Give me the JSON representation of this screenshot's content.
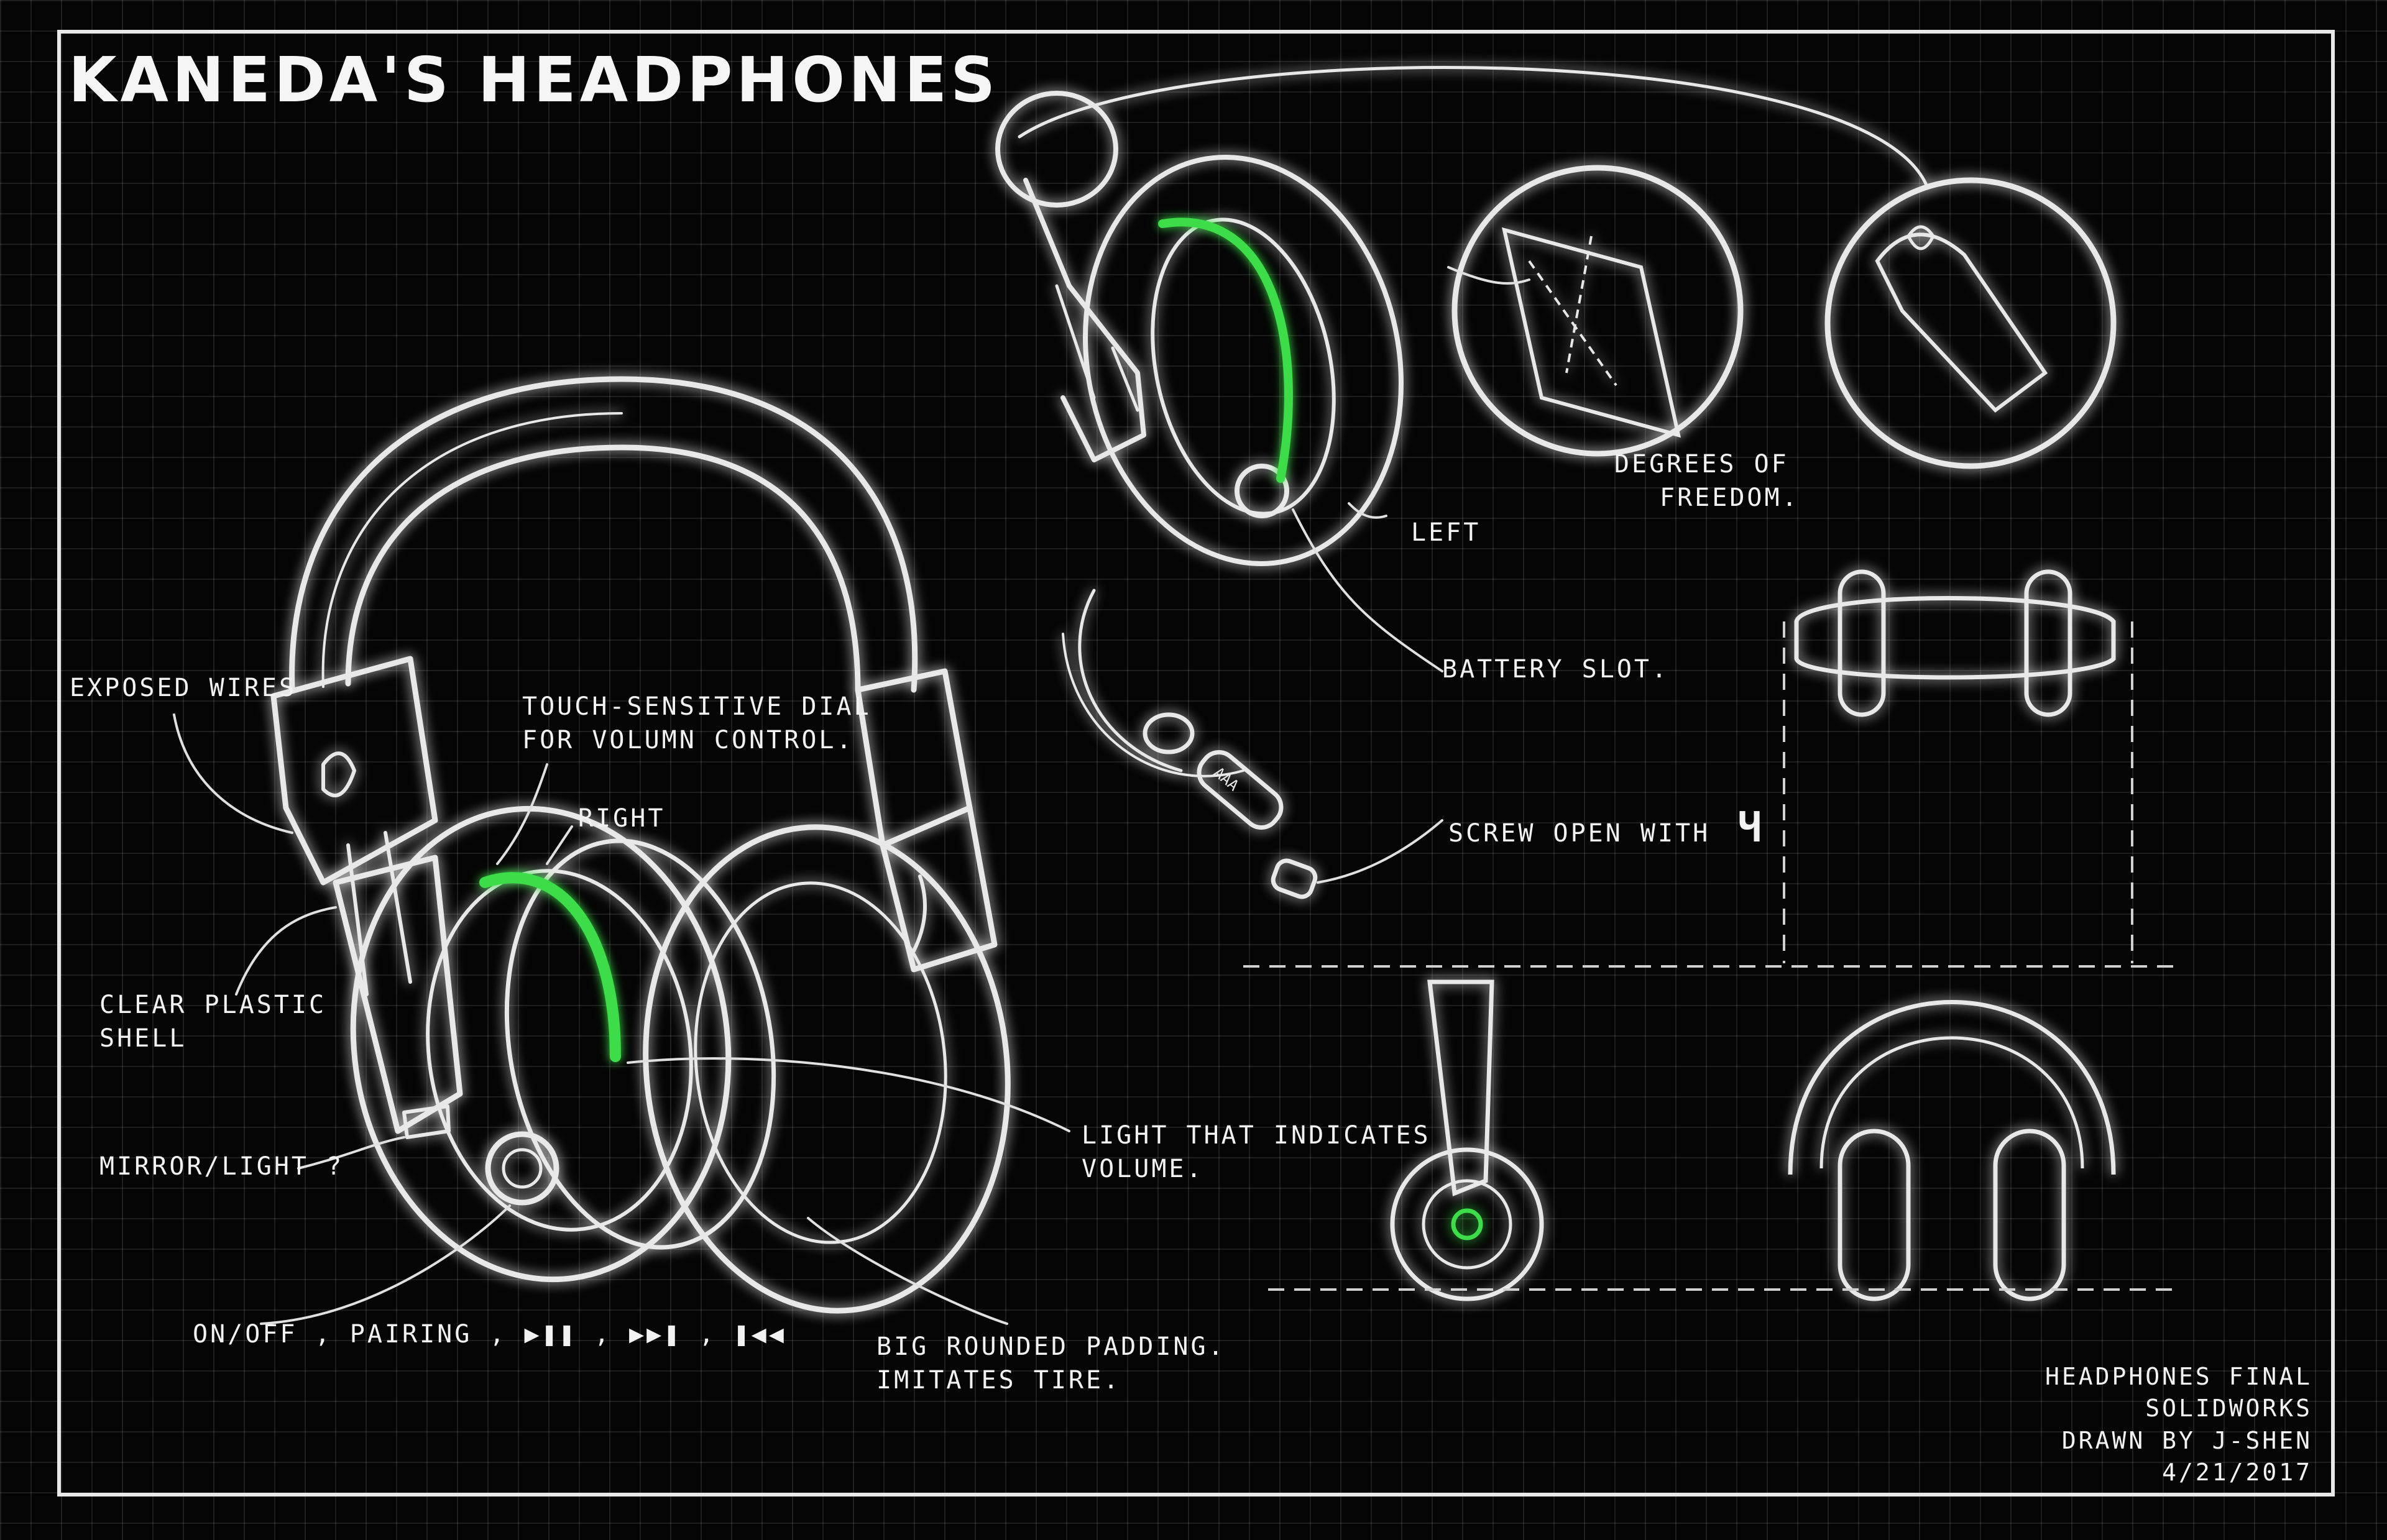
{
  "title": "KANEDA'S HEADPHONES",
  "labels": {
    "exposed_wires": "EXPOSED WIRES",
    "touch_dial_line1": "TOUCH-SENSITIVE DIAL",
    "touch_dial_line2": "FOR VOLUMN CONTROL.",
    "right": "RIGHT",
    "clear_shell_line1": "CLEAR PLASTIC",
    "clear_shell_line2": "SHELL",
    "mirror_light": "MIRROR/LIGHT ?",
    "on_off": "ON/OFF , PAIRING , ▶❚❚ , ▶▶❚ , ❚◀◀",
    "padding_line1": "BIG ROUNDED PADDING.",
    "padding_line2": "IMITATES TIRE.",
    "light_volume_line1": "LIGHT THAT INDICATES",
    "light_volume_line2": "VOLUME.",
    "left": "LEFT",
    "battery_slot": "BATTERY SLOT.",
    "screw_open": "SCREW OPEN  WITH",
    "screw_glyph": "Ч",
    "dof_line1": "DEGREES OF",
    "dof_line2": "FREEDOM.",
    "battery_text": "AAA"
  },
  "footer": {
    "line1": "HEADPHONES FINAL",
    "line2": "SOLIDWORKS",
    "line3": "DRAWN BY  J-SHEN",
    "line4": "4/21/2017"
  },
  "colors": {
    "line": "#e8e8e8",
    "accent_green": "#3ddc4a",
    "background": "#050505"
  }
}
